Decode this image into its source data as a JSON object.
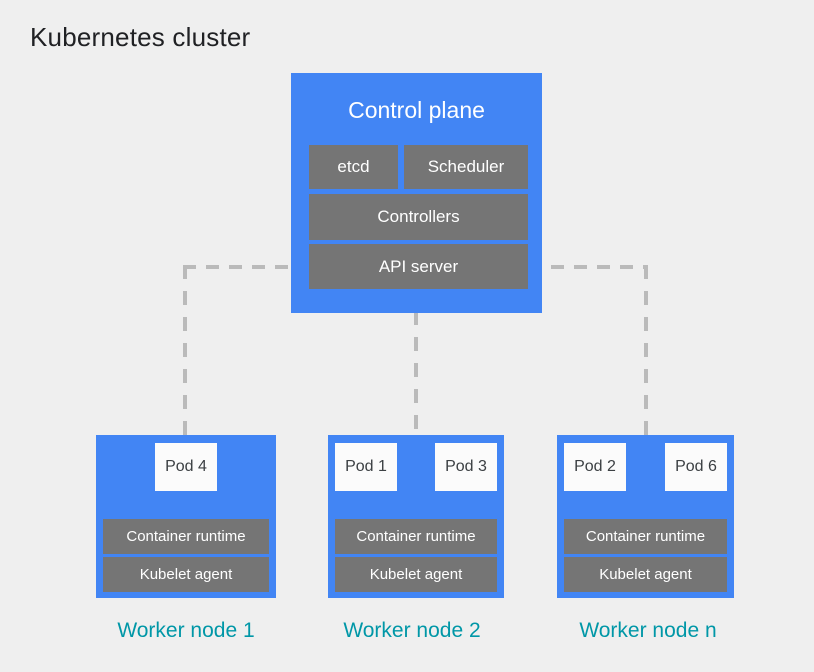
{
  "title": "Kubernetes cluster",
  "colors": {
    "background": "#efefef",
    "node_blue": "#4285f4",
    "component_gray": "#757575",
    "pod_white": "#fbfbfb",
    "pod_text": "#3c4043",
    "connector_gray": "#bababa",
    "worker_label_teal": "#0097a7",
    "title_dark": "#202124"
  },
  "control_plane": {
    "title": "Control plane",
    "components": {
      "etcd": "etcd",
      "scheduler": "Scheduler",
      "controllers": "Controllers",
      "api_server": "API server"
    }
  },
  "worker_nodes": [
    {
      "label": "Worker node 1",
      "pods": [
        "Pod 4"
      ],
      "components": {
        "container_runtime": "Container runtime",
        "kubelet": "Kubelet agent"
      }
    },
    {
      "label": "Worker node 2",
      "pods": [
        "Pod 1",
        "Pod 3"
      ],
      "components": {
        "container_runtime": "Container runtime",
        "kubelet": "Kubelet agent"
      }
    },
    {
      "label": "Worker node n",
      "pods": [
        "Pod 2",
        "Pod 6"
      ],
      "components": {
        "container_runtime": "Container runtime",
        "kubelet": "Kubelet agent"
      }
    }
  ]
}
